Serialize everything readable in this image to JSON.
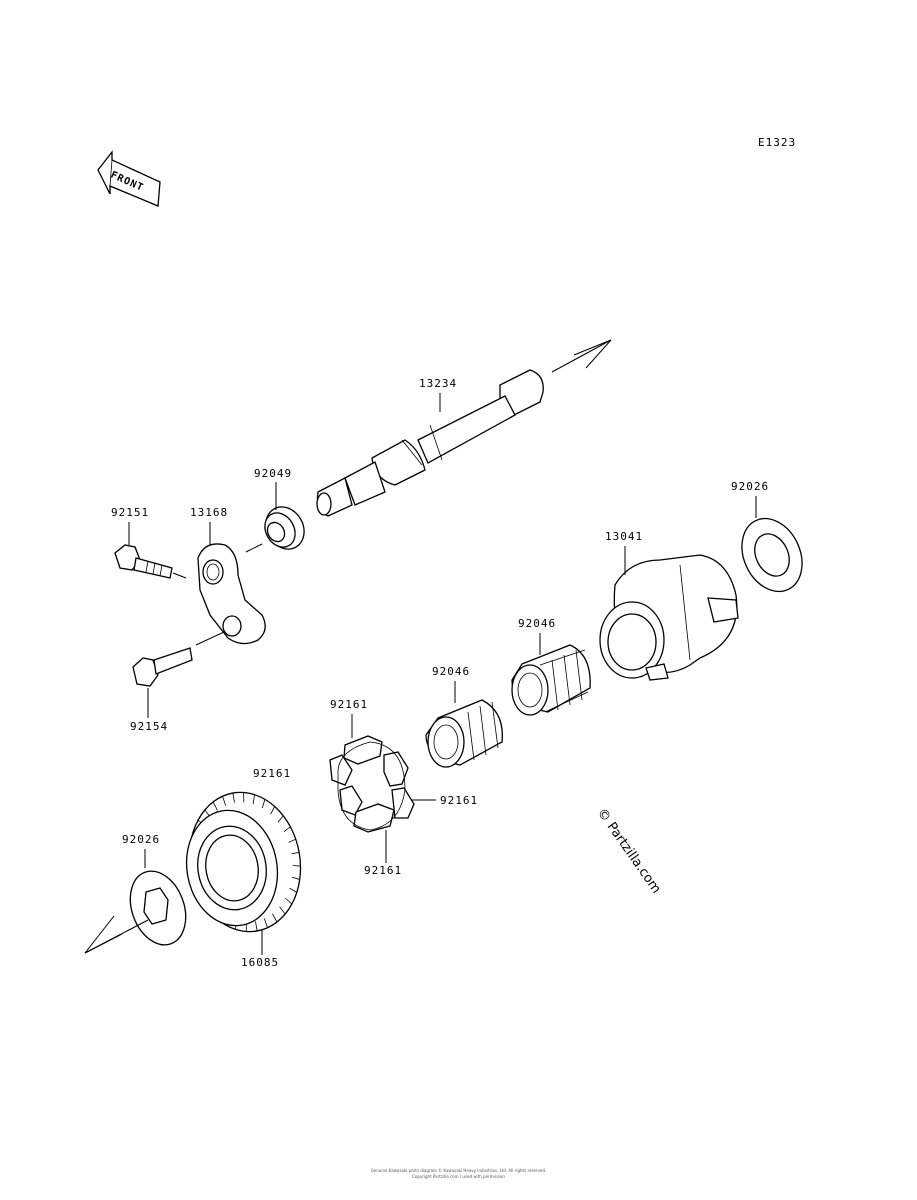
{
  "diagram_code": "E1323",
  "front_indicator": "FRONT",
  "watermark": "© Partzilla.com",
  "footer": {
    "line1": "Genuine Kawasaki parts diagram © Kawasaki Heavy Industries, Ltd. All rights reserved.",
    "line2": "Copyright Partzilla.com / used with permission"
  },
  "parts": [
    {
      "id": "shaft",
      "number": "13234"
    },
    {
      "id": "oil-seal",
      "number": "92049"
    },
    {
      "id": "bolt-top",
      "number": "92151"
    },
    {
      "id": "lever",
      "number": "13168"
    },
    {
      "id": "bolt-bottom",
      "number": "92154"
    },
    {
      "id": "washer-right",
      "number": "92026"
    },
    {
      "id": "hub",
      "number": "13041"
    },
    {
      "id": "bearing-right",
      "number": "92046"
    },
    {
      "id": "bearing-left",
      "number": "92046"
    },
    {
      "id": "damper-top",
      "number": "92161"
    },
    {
      "id": "damper-left",
      "number": "92161"
    },
    {
      "id": "damper-right",
      "number": "92161"
    },
    {
      "id": "damper-bottom",
      "number": "92161"
    },
    {
      "id": "washer-left",
      "number": "92026"
    },
    {
      "id": "gear",
      "number": "16085"
    }
  ]
}
